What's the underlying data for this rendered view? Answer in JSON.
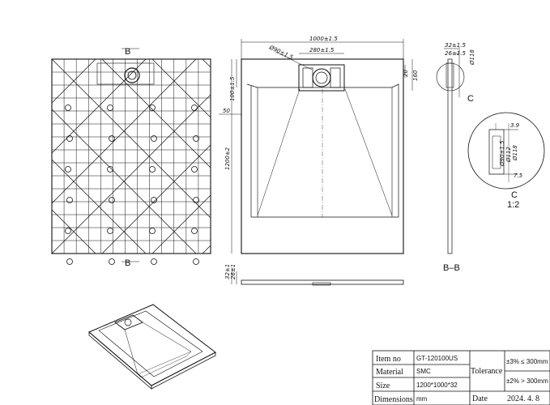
{
  "section_marks": {
    "top": "B",
    "bottom": "B"
  },
  "dimensions": {
    "width": "1000±1.5",
    "length": "1200±2",
    "drain_dia": "Ø90±1.5",
    "drain_spacing": "280±1.5",
    "drain_offset": "100±1.5",
    "side": "50",
    "h1": "32±1.5",
    "h2": "26±1.5",
    "dia118": "Ø118",
    "d20": "20",
    "d160": "160",
    "bottom_h1": "32±1",
    "bottom_h2": "26±1",
    "det_39": "3.9",
    "det_d90": "Ø90±1.5",
    "det_d112": "Ø112",
    "det_d118": "Ø118",
    "det_75": "7.5"
  },
  "labels": {
    "detail_ref": "C",
    "detail_title": "C",
    "detail_scale": "1:2",
    "section_view": "B–B"
  },
  "title_block": {
    "item_no_label": "Item no",
    "item_no_value": "GT-120100US",
    "material_label": "Material",
    "material_value": "SMC",
    "size_label": "Size",
    "size_value": "1200*1000*32",
    "dimensions_label": "Dimensions",
    "dimensions_value": "mm",
    "tolerance_label": "Tolerance",
    "tol1": "±3% ≤ 300mm",
    "tol2": "±2% > 300mm",
    "date_label": "Date",
    "date_value": "2024. 4. 8"
  }
}
